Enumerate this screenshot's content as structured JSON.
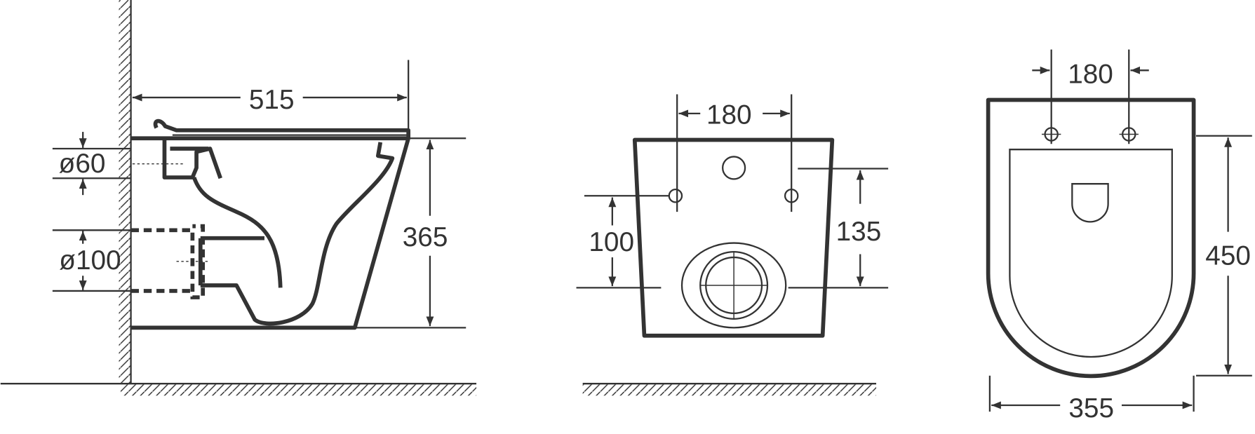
{
  "side_view": {
    "width_label": "515",
    "height_label": "365",
    "inlet_label": "ø60",
    "outlet_label": "ø100"
  },
  "front_view": {
    "hole_spacing_label": "180",
    "hole_height_label": "100",
    "outlet_height_label": "135"
  },
  "top_view": {
    "hole_spacing_label": "180",
    "length_label": "450",
    "width_label": "355"
  },
  "colors": {
    "line": "#333333",
    "background": "#ffffff"
  }
}
